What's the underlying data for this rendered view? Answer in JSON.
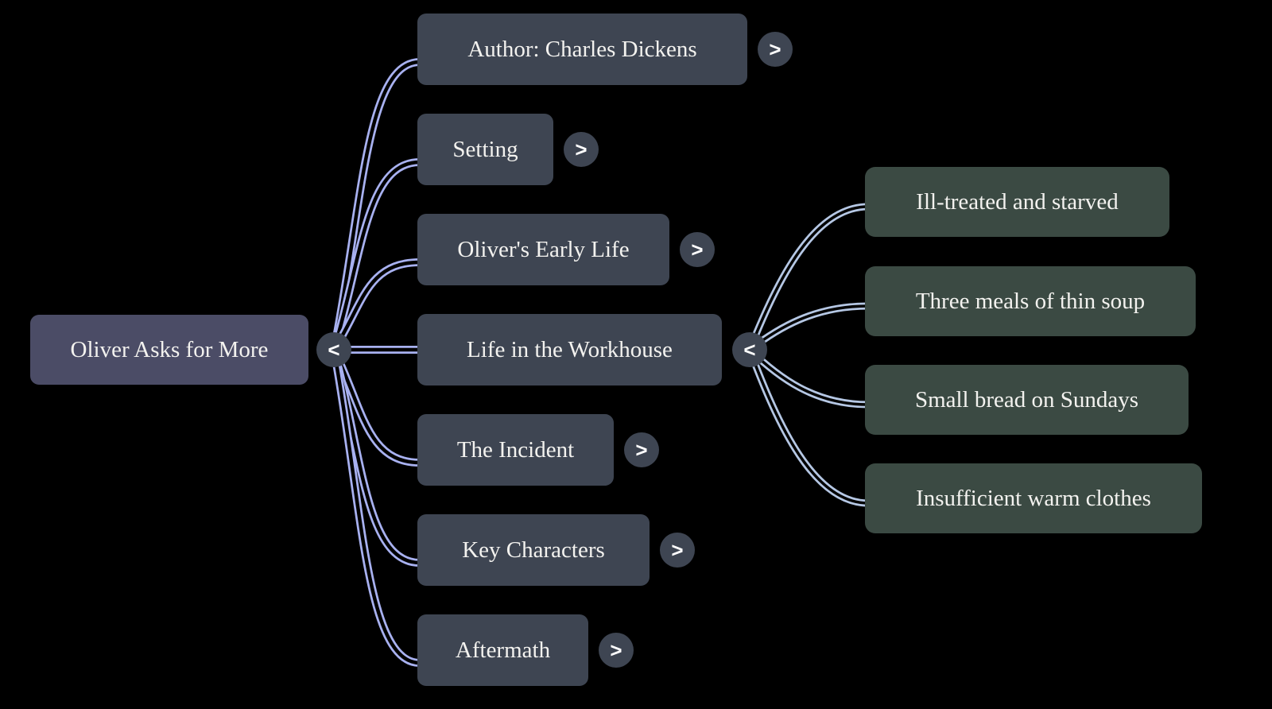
{
  "colors": {
    "background": "#000000",
    "root_fill": "#4b4c66",
    "branch_fill": "#3e4552",
    "leaf_fill": "#3b4a43",
    "toggle_fill": "#3e4552",
    "text": "#f3f2ef",
    "edge_left": "#a8b1f0",
    "edge_right": "#b5c7e4"
  },
  "root": {
    "label": "Oliver Asks for More",
    "toggle_glyph": "<"
  },
  "branches": [
    {
      "label": "Author: Charles Dickens",
      "toggle_glyph": ">"
    },
    {
      "label": "Setting",
      "toggle_glyph": ">"
    },
    {
      "label": "Oliver's Early Life",
      "toggle_glyph": ">"
    },
    {
      "label": "Life in the Workhouse",
      "toggle_glyph": "<"
    },
    {
      "label": "The Incident",
      "toggle_glyph": ">"
    },
    {
      "label": "Key Characters",
      "toggle_glyph": ">"
    },
    {
      "label": "Aftermath",
      "toggle_glyph": ">"
    }
  ],
  "leaves_parent": "Life in the Workhouse",
  "leaves": [
    {
      "label": "Ill-treated and starved"
    },
    {
      "label": "Three meals of thin soup"
    },
    {
      "label": "Small bread on Sundays"
    },
    {
      "label": "Insufficient warm clothes"
    }
  ]
}
